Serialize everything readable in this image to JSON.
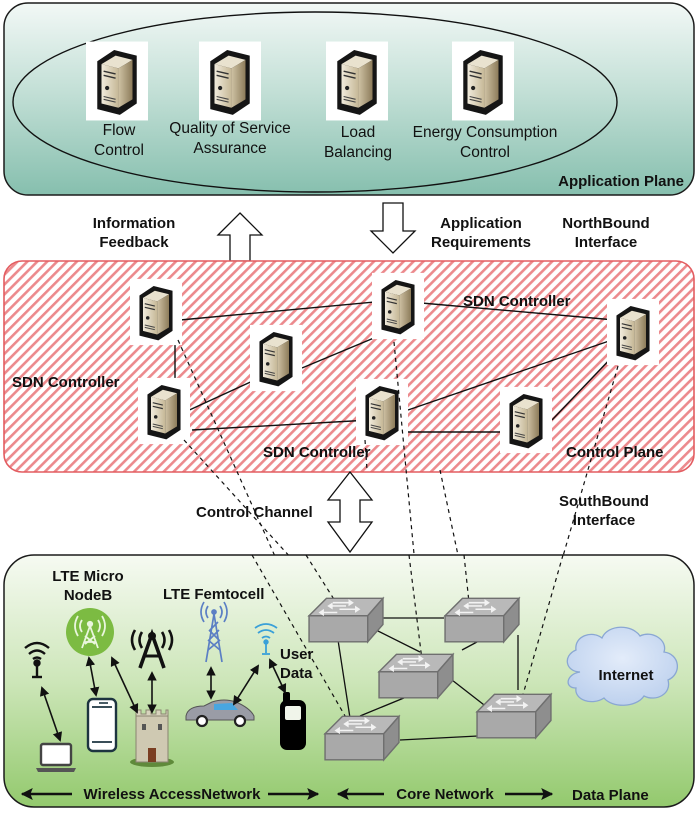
{
  "application_plane": {
    "title": "Application Plane",
    "apps": [
      {
        "line1": "Flow",
        "line2": "Control",
        "icon": "server-icon"
      },
      {
        "line1": "Quality of Service",
        "line2": "Assurance",
        "icon": "server-icon"
      },
      {
        "line1": "Load",
        "line2": "Balancing",
        "icon": "server-icon"
      },
      {
        "line1": "Energy Consumption",
        "line2": "Control",
        "icon": "server-icon"
      }
    ],
    "colors": {
      "fill_top": "#eef6f3",
      "fill_bottom": "#8fc4b4"
    }
  },
  "northbound": {
    "feedback": {
      "line1": "Information",
      "line2": "Feedback"
    },
    "requirements": {
      "line1": "Application",
      "line2": "Requirements"
    },
    "interface": {
      "line1": "NorthBound",
      "line2": "Interface"
    }
  },
  "control_plane": {
    "title": "Control Plane",
    "controller_labels": [
      "SDN Controller",
      "SDN Controller",
      "SDN Controller"
    ],
    "controller_count": 7,
    "colors": {
      "hatch": "#e8797c",
      "border": "#e05a5e"
    }
  },
  "southbound": {
    "control_channel": "Control Channel",
    "interface": {
      "line1": "SouthBound",
      "line2": "Interface"
    }
  },
  "data_plane": {
    "title": "Data Plane",
    "lte_micro": {
      "line1": "LTE Micro",
      "line2": "NodeB"
    },
    "lte_femto": "LTE Femtocell",
    "user_data": {
      "line1": "User",
      "line2": "Data"
    },
    "internet": "Internet",
    "wireless_access": "Wireless AccessNetwork",
    "core_network": "Core Network",
    "switch_count": 5,
    "colors": {
      "fill_top": "#f4f9ef",
      "fill_bottom": "#96cc72",
      "green_node": "#7cbb42",
      "blue_tower": "#5b7fc4",
      "wifi_blue": "#3aa0d8",
      "cloud": "#c9daf2"
    }
  }
}
